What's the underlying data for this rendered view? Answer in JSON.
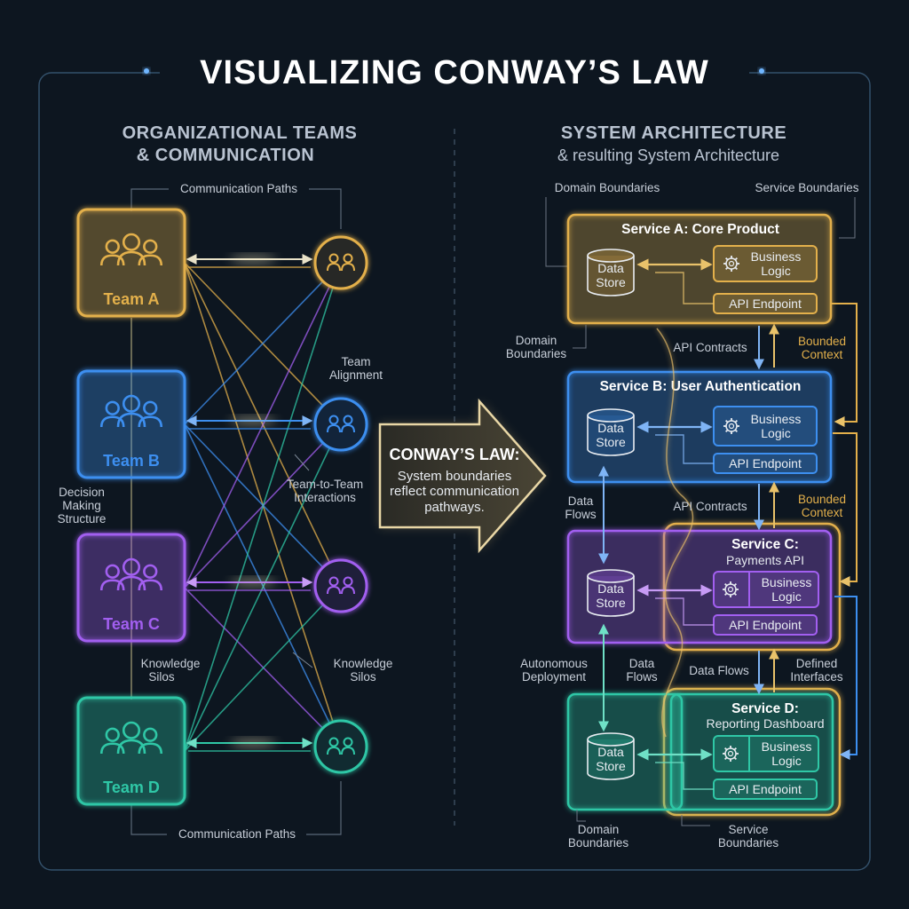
{
  "title": "VISUALIZING CONWAY’S LAW",
  "left": {
    "heading_line1": "ORGANIZATIONAL TEAMS",
    "heading_line2": "& COMMUNICATION",
    "comm_paths_top": "Communication Paths",
    "comm_paths_bottom": "Communication Paths",
    "team_alignment_1": "Team",
    "team_alignment_2": "Alignment",
    "team_to_team_1": "Team-to-Team",
    "team_to_team_2": "Interactions",
    "decision_1": "Decision",
    "decision_2": "Making",
    "decision_3": "Structure",
    "silos_left_1": "Knowledge",
    "silos_left_2": "Silos",
    "silos_right_1": "Knowledge",
    "silos_right_2": "Silos",
    "teams": [
      {
        "name": "Team A",
        "color": "#e3b04b"
      },
      {
        "name": "Team B",
        "color": "#3d8ff0"
      },
      {
        "name": "Team C",
        "color": "#a25ff0"
      },
      {
        "name": "Team D",
        "color": "#2fc7a6"
      }
    ]
  },
  "law": {
    "heading": "CONWAY’S LAW:",
    "line1": "System boundaries",
    "line2": "reflect communication",
    "line3": "pathways."
  },
  "right": {
    "heading_line1": "SYSTEM ARCHITECTURE",
    "heading_line2": "& resulting System Architecture",
    "domain_boundaries_top": "Domain Boundaries",
    "service_boundaries_top": "Service Boundaries",
    "domain_boundaries_mid_1": "Domain",
    "domain_boundaries_mid_2": "Boundaries",
    "api_contracts_1": "API Contracts",
    "api_contracts_2": "API Contracts",
    "bounded_context_1a": "Bounded",
    "bounded_context_1b": "Context",
    "bounded_context_2a": "Bounded",
    "bounded_context_2b": "Context",
    "data_flows_left_1": "Data",
    "data_flows_left_2": "Flows",
    "autonomous_1": "Autonomous",
    "autonomous_2": "Deployment",
    "data_flows_mid_1": "Data",
    "data_flows_mid_2": "Flows",
    "data_flows_center": "Data Flows",
    "defined_interfaces_1": "Defined",
    "defined_interfaces_2": "Interfaces",
    "domain_boundaries_bottom_1": "Domain",
    "domain_boundaries_bottom_2": "Boundaries",
    "service_boundaries_bottom_1": "Service",
    "service_boundaries_bottom_2": "Boundaries",
    "services": [
      {
        "title": "Service A: Core Product",
        "subtitle": "",
        "color": "#e3b04b"
      },
      {
        "title": "Service B: User Authentication",
        "subtitle": "",
        "color": "#3d8ff0"
      },
      {
        "title": "Service C:",
        "subtitle": "Payments API",
        "color": "#a25ff0"
      },
      {
        "title": "Service D:",
        "subtitle": "Reporting Dashboard",
        "color": "#2fc7a6"
      }
    ],
    "data_store_1": "Data",
    "data_store_2": "Store",
    "business_logic_1": "Business",
    "business_logic_2": "Logic",
    "api_endpoint": "API Endpoint"
  }
}
